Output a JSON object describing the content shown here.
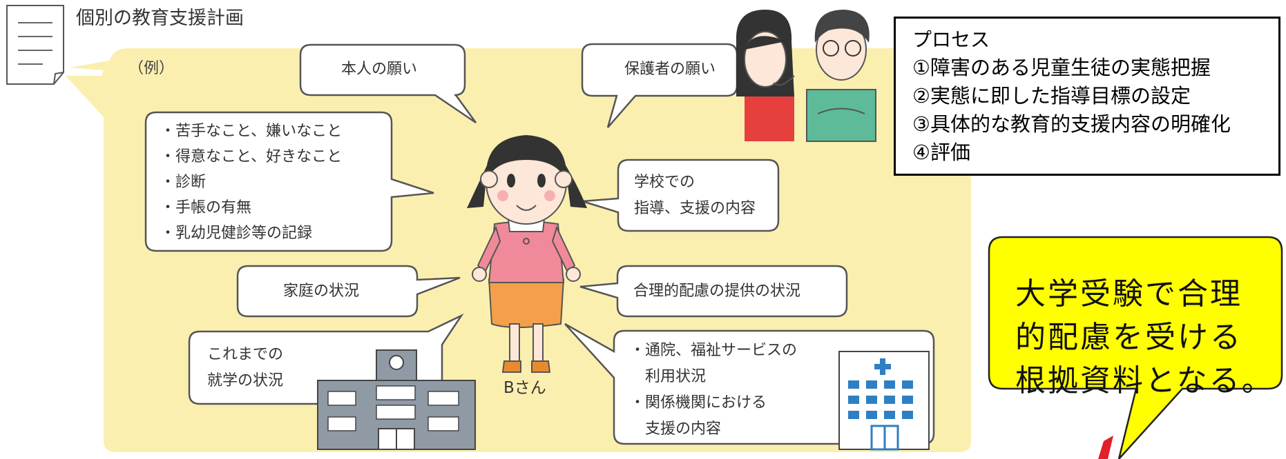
{
  "title": "個別の教育支援計画",
  "example_label": "（例）",
  "student_label": "Bさん",
  "bubbles": {
    "self_wish": "本人の願い",
    "guardian_wish": "保護者の願い",
    "profile": [
      "・苦手なこと、嫌いなこと",
      "・得意なこと、好きなこと",
      "・診断",
      "・手帳の有無",
      "・乳幼児健診等の記録"
    ],
    "school_support": [
      "学校での",
      "指導、支援の内容"
    ],
    "home": "家庭の状況",
    "accommodation": "合理的配慮の提供の状況",
    "past_schooling": [
      "これまでの",
      "就学の状況"
    ],
    "medical": [
      "・通院、福祉サービスの",
      "　利用状況",
      "・関係機関における",
      "　支援の内容"
    ]
  },
  "process": {
    "heading": "プロセス",
    "steps": [
      "①障害のある児童生徒の実態把握",
      "②実態に即した指導目標の設定",
      "③具体的な教育的支援内容の明確化",
      "④評価"
    ]
  },
  "callout": [
    "大学受験で合理",
    "的配慮を受ける",
    "根拠資料となる。"
  ],
  "colors": {
    "background_yellow": "#fbefb0",
    "callout_yellow": "#ffff00",
    "building_gray": "#8f9aa5",
    "window_blue": "#2e7fc4",
    "skirt_orange": "#f4a04a",
    "shirt_pink": "#f08a9a",
    "red_mark": "#e0202a"
  }
}
